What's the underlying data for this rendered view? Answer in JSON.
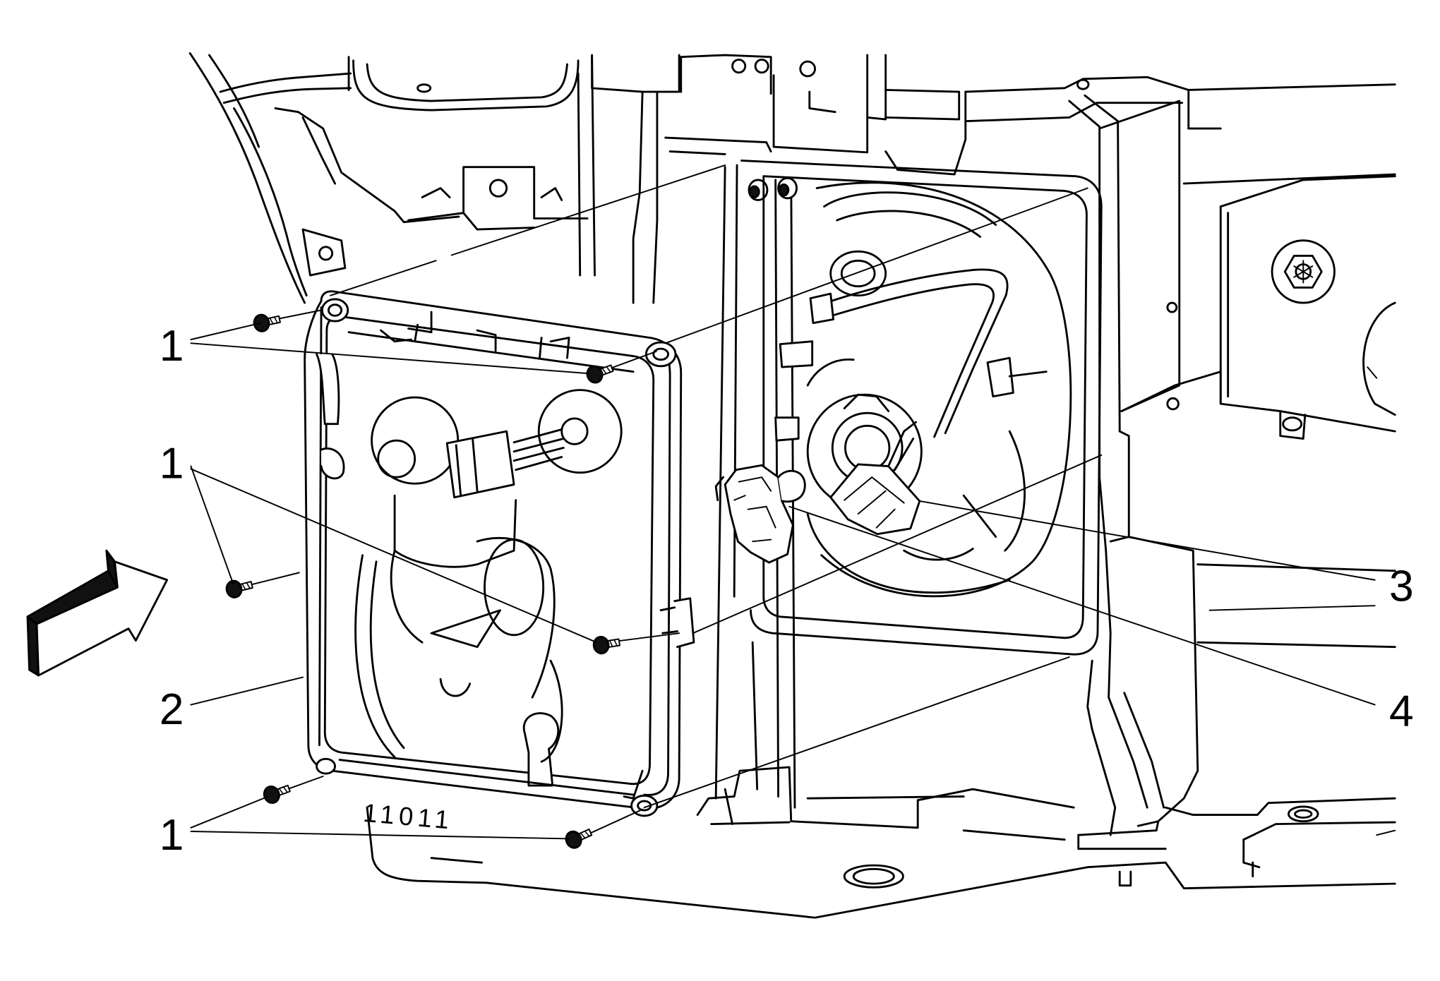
{
  "callouts": [
    {
      "label": "1"
    },
    {
      "label": "1"
    },
    {
      "label": "2"
    },
    {
      "label": "1"
    },
    {
      "label": "3"
    },
    {
      "label": "4"
    }
  ],
  "part_marking": "11011"
}
